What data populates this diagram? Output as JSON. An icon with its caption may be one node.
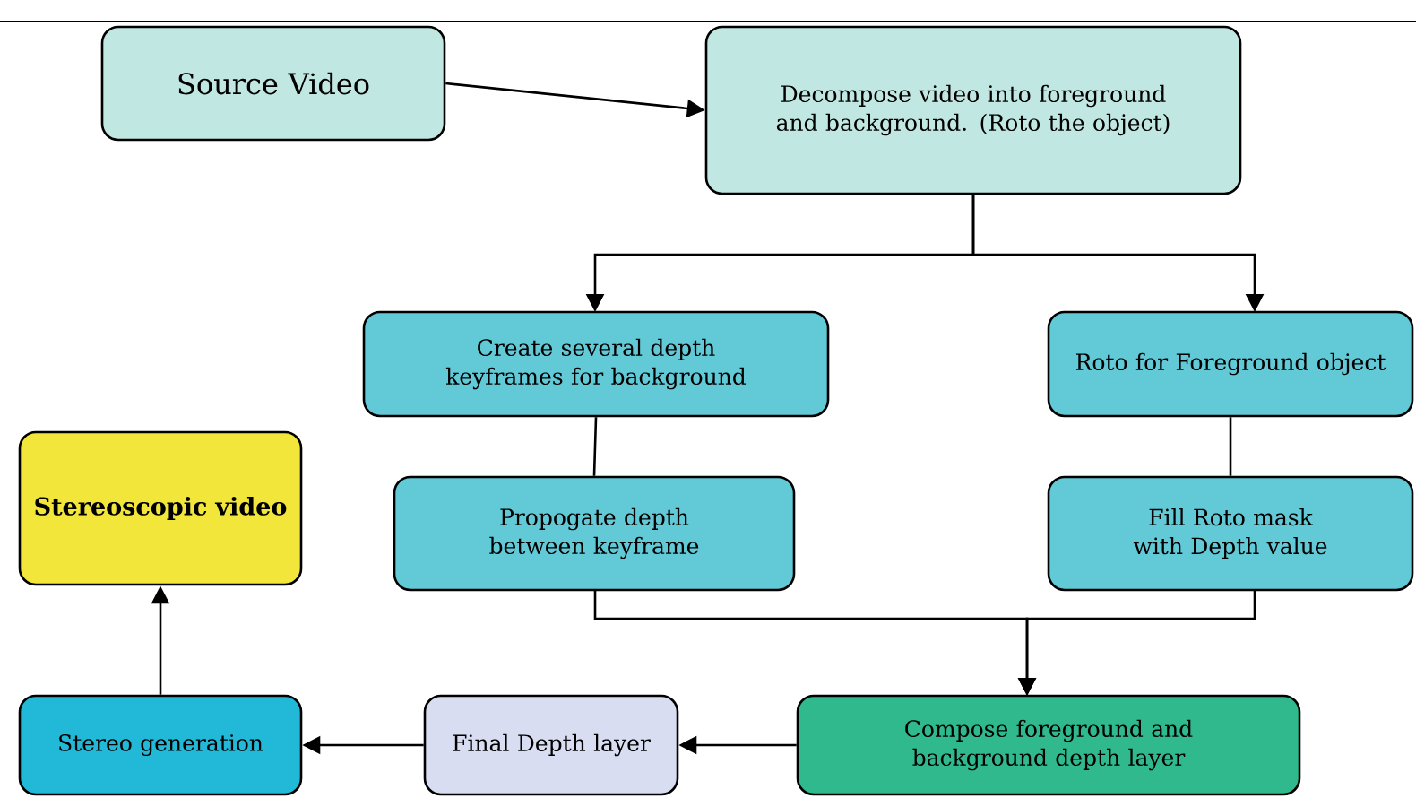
{
  "diagram": {
    "nodes": [
      {
        "text": [
          "Source Video"
        ]
      },
      {
        "text": [
          "Decompose video into foreground and background. (Roto the object)"
        ]
      },
      {
        "text": [
          "Create several depth keyframes for background"
        ]
      },
      {
        "text": [
          "Roto for Foreground object"
        ]
      },
      {
        "text": [
          "Propogate depth between keyframe"
        ]
      },
      {
        "text": [
          "Fill Roto mask with Depth value"
        ]
      },
      {
        "text": [
          "Stereoscopic video"
        ]
      },
      {
        "text": [
          "Stereo generation"
        ]
      },
      {
        "text": [
          "Final Depth layer"
        ]
      },
      {
        "text": [
          "Compose foreground and background depth layer"
        ]
      }
    ],
    "edges": [
      {
        "from": 0,
        "to": 1,
        "arrow": "to"
      },
      {
        "from": 1,
        "to": 2,
        "arrow": "to"
      },
      {
        "from": 1,
        "to": 3,
        "arrow": "to"
      },
      {
        "from": 2,
        "to": 4,
        "arrow": "none"
      },
      {
        "from": 3,
        "to": 5,
        "arrow": "none"
      },
      {
        "from": 4,
        "to": 9,
        "arrow": "to"
      },
      {
        "from": 5,
        "to": 9,
        "arrow": "to"
      },
      {
        "from": 9,
        "to": 8,
        "arrow": "to"
      },
      {
        "from": 8,
        "to": 7,
        "arrow": "to"
      },
      {
        "from": 7,
        "to": 6,
        "arrow": "to"
      }
    ]
  }
}
